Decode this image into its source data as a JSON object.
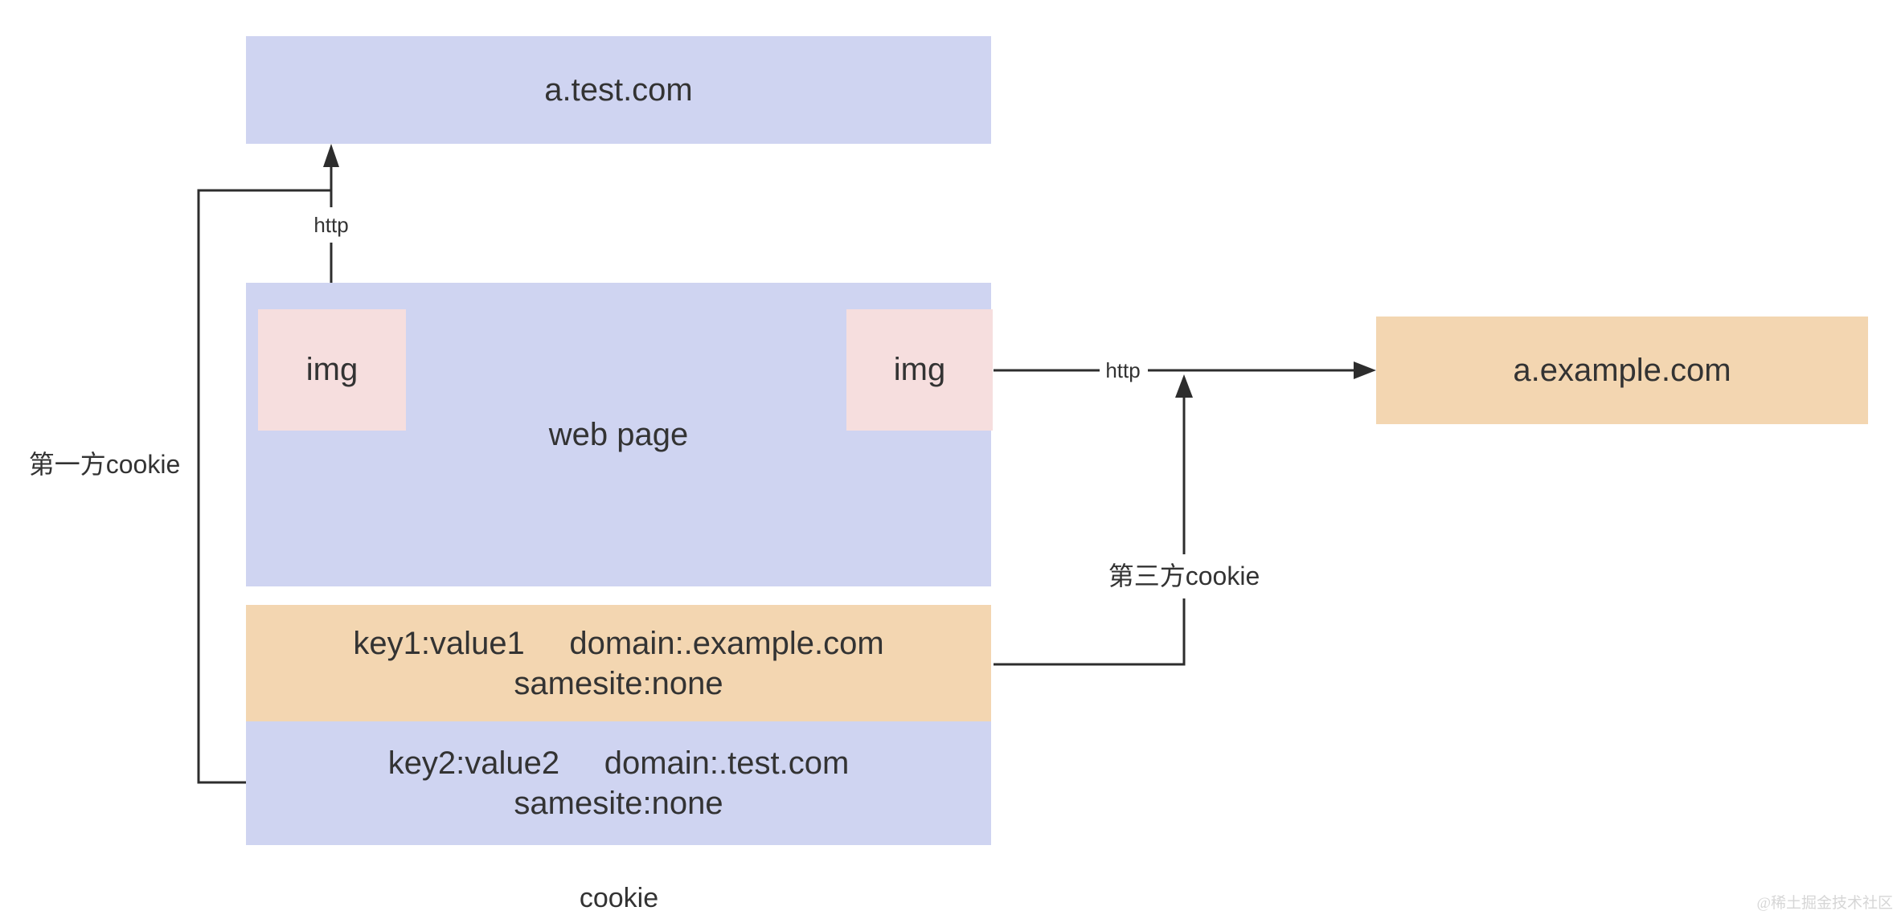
{
  "nodes": {
    "site_top": {
      "label": "a.test.com"
    },
    "web_page": {
      "label": "web page"
    },
    "img_left": {
      "label": "img"
    },
    "img_right": {
      "label": "img"
    },
    "site_right": {
      "label": "a.example.com"
    },
    "cookie_example": {
      "line1": "key1:value1     domain:.example.com",
      "line2": "samesite:none"
    },
    "cookie_test": {
      "line1": "key2:value2     domain:.test.com",
      "line2": "samesite:none"
    }
  },
  "edges": {
    "http_top": {
      "label": "http"
    },
    "http_right": {
      "label": "http"
    },
    "first_party": {
      "label": "第一方cookie"
    },
    "third_party": {
      "label": "第三方cookie"
    }
  },
  "captions": {
    "cookie": "cookie",
    "watermark": "@稀土掘金技术社区"
  },
  "colors": {
    "lavender": "#cfd4f1",
    "pink": "#f6dede",
    "tan": "#f3d6b1",
    "line": "#2d2d2d",
    "text": "#333333",
    "watermark": "#d6d6d6"
  }
}
